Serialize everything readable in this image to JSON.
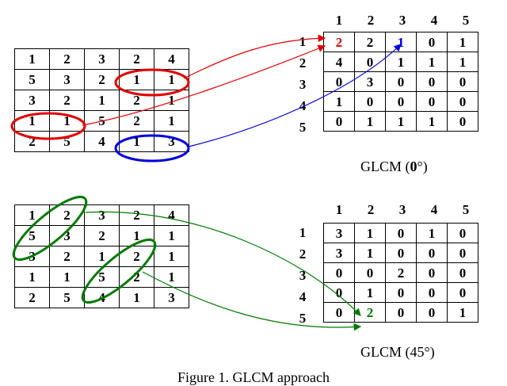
{
  "image_matrix": [
    [
      "1",
      "2",
      "3",
      "2",
      "4"
    ],
    [
      "5",
      "3",
      "2",
      "1",
      "1"
    ],
    [
      "3",
      "2",
      "1",
      "2",
      "1"
    ],
    [
      "1",
      "1",
      "5",
      "2",
      "1"
    ],
    [
      "2",
      "5",
      "4",
      "1",
      "3"
    ]
  ],
  "glcm_0": {
    "col_headers": [
      "1",
      "2",
      "3",
      "4",
      "5"
    ],
    "row_headers": [
      "1",
      "2",
      "3",
      "4",
      "5"
    ],
    "cells": [
      [
        "2",
        "2",
        "1",
        "0",
        "1"
      ],
      [
        "4",
        "0",
        "1",
        "1",
        "1"
      ],
      [
        "0",
        "3",
        "0",
        "0",
        "0"
      ],
      [
        "1",
        "0",
        "0",
        "0",
        "0"
      ],
      [
        "0",
        "1",
        "1",
        "1",
        "0"
      ]
    ],
    "caption_prefix": "GLCM (",
    "caption_bold": "0",
    "caption_suffix": "°)"
  },
  "glcm_45": {
    "col_headers": [
      "1",
      "2",
      "3",
      "4",
      "5"
    ],
    "row_headers": [
      "1",
      "2",
      "3",
      "4",
      "5"
    ],
    "cells": [
      [
        "3",
        "1",
        "0",
        "1",
        "0"
      ],
      [
        "3",
        "1",
        "0",
        "0",
        "0"
      ],
      [
        "0",
        "0",
        "2",
        "0",
        "0"
      ],
      [
        "0",
        "1",
        "0",
        "0",
        "0"
      ],
      [
        "0",
        "2",
        "0",
        "0",
        "1"
      ]
    ],
    "caption": "GLCM (45°)"
  },
  "figure_caption": "Figure 1. GLCM approach",
  "colors": {
    "red": "#e00000",
    "blue": "#0000dd",
    "green": "#007a00"
  }
}
